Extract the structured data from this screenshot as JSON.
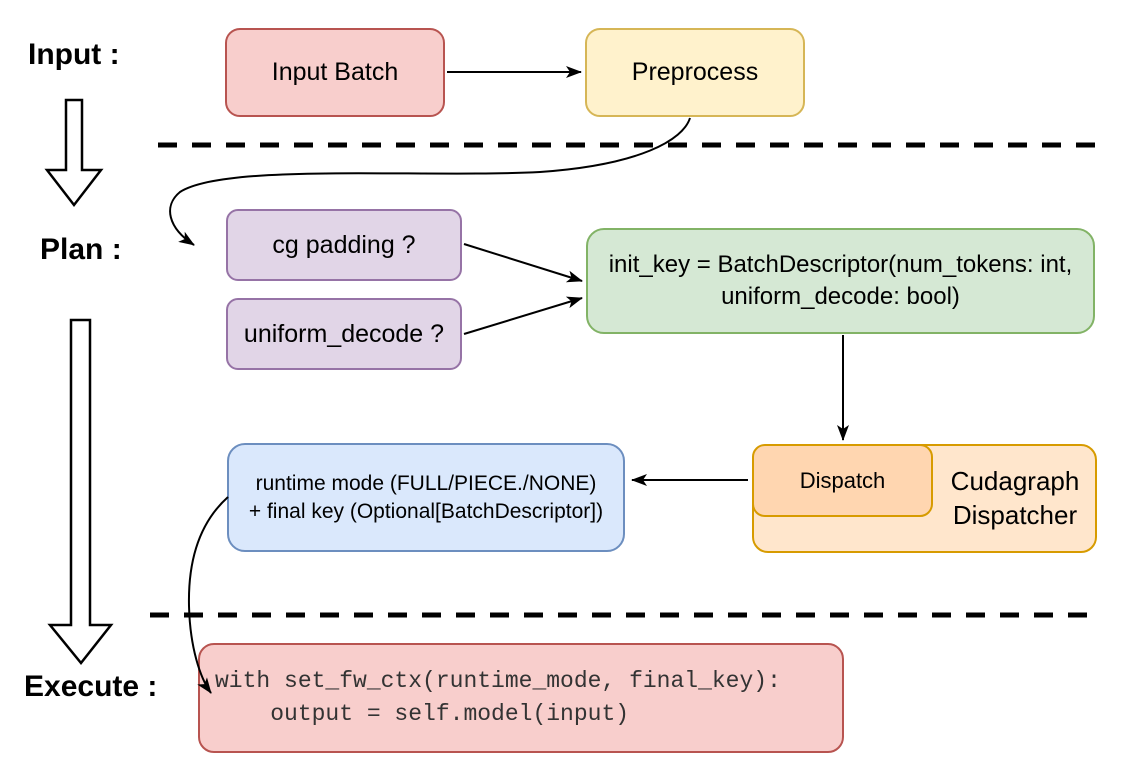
{
  "stages": {
    "input": {
      "label": "Input :"
    },
    "plan": {
      "label": "Plan :"
    },
    "execute": {
      "label": "Execute :"
    }
  },
  "nodes": {
    "input_batch": {
      "label": "Input Batch",
      "fill": "#f8cecc",
      "border": "#b85450"
    },
    "preprocess": {
      "label": "Preprocess",
      "fill": "#fff2cc",
      "border": "#d6b656"
    },
    "cg_padding": {
      "label": "cg padding ?",
      "fill": "#e1d5e7",
      "border": "#9673a6"
    },
    "uniform_decode": {
      "label": "uniform_decode ?",
      "fill": "#e1d5e7",
      "border": "#9673a6"
    },
    "init_key": {
      "line1": "init_key = BatchDescriptor(num_tokens: int,",
      "line2": "uniform_decode: bool)",
      "fill": "#d5e8d4",
      "border": "#82b366"
    },
    "dispatch": {
      "label": "Dispatch",
      "fill": "#ffd6b0",
      "border": "#d79b00"
    },
    "cudagraph_dispatcher": {
      "line1": "Cudagraph",
      "line2": "Dispatcher",
      "fill": "#ffe6cc",
      "border": "#d79b00"
    },
    "runtime_mode": {
      "line1": "runtime mode (FULL/PIECE./NONE)",
      "line2": "+ final key (Optional[BatchDescriptor])",
      "fill": "#dae8fc",
      "border": "#6c8ebf"
    },
    "execute_code": {
      "line1": "with set_fw_ctx(runtime_mode, final_key):",
      "line2": "    output = self.model(input)",
      "fill": "#f8cecc",
      "border": "#b85450"
    }
  },
  "edges": [
    {
      "from": "input_batch",
      "to": "preprocess"
    },
    {
      "from": "preprocess",
      "to": "cg_padding"
    },
    {
      "from": "cg_padding",
      "to": "init_key"
    },
    {
      "from": "uniform_decode",
      "to": "init_key"
    },
    {
      "from": "init_key",
      "to": "dispatch"
    },
    {
      "from": "dispatch",
      "to": "runtime_mode"
    },
    {
      "from": "runtime_mode",
      "to": "execute_code"
    },
    {
      "from": "input_stage",
      "to": "plan_stage"
    },
    {
      "from": "plan_stage",
      "to": "execute_stage"
    }
  ]
}
